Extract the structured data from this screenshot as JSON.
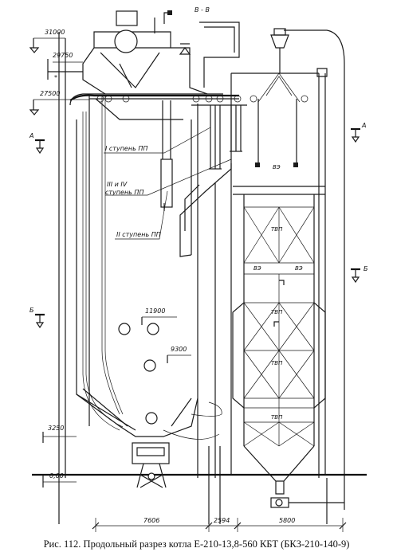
{
  "section_label": "В - В",
  "elevations": {
    "e31000": "31000",
    "e29750": "29750",
    "e27500": "27500",
    "e11900": "11900",
    "e9300": "9300",
    "e3250": "3250",
    "e0": "0,00"
  },
  "cut_marks": {
    "a_left": "А",
    "a_right": "А",
    "b_left": "Б",
    "b_right": "Б"
  },
  "star": "*",
  "components": {
    "stage1": "I ступень ПП",
    "stage34_line1": "III и IV",
    "stage34_line2": "ступень ПП",
    "stage2": "II ступень ПП"
  },
  "blocks": {
    "vz_top": "ВЭ",
    "tvp1": "ТВП",
    "vz_left": "ВЭ",
    "vz_right": "ВЭ",
    "tvp2": "ТВП",
    "tvp3": "ТВП",
    "tvp4": "ТВП"
  },
  "dimensions": {
    "d1": "7606",
    "d2": "2594",
    "d3": "5800"
  },
  "caption": "Рис. 112. Продольный разрез котла Е-210-13,8-560 КБТ (БКЗ-210-140-9)"
}
